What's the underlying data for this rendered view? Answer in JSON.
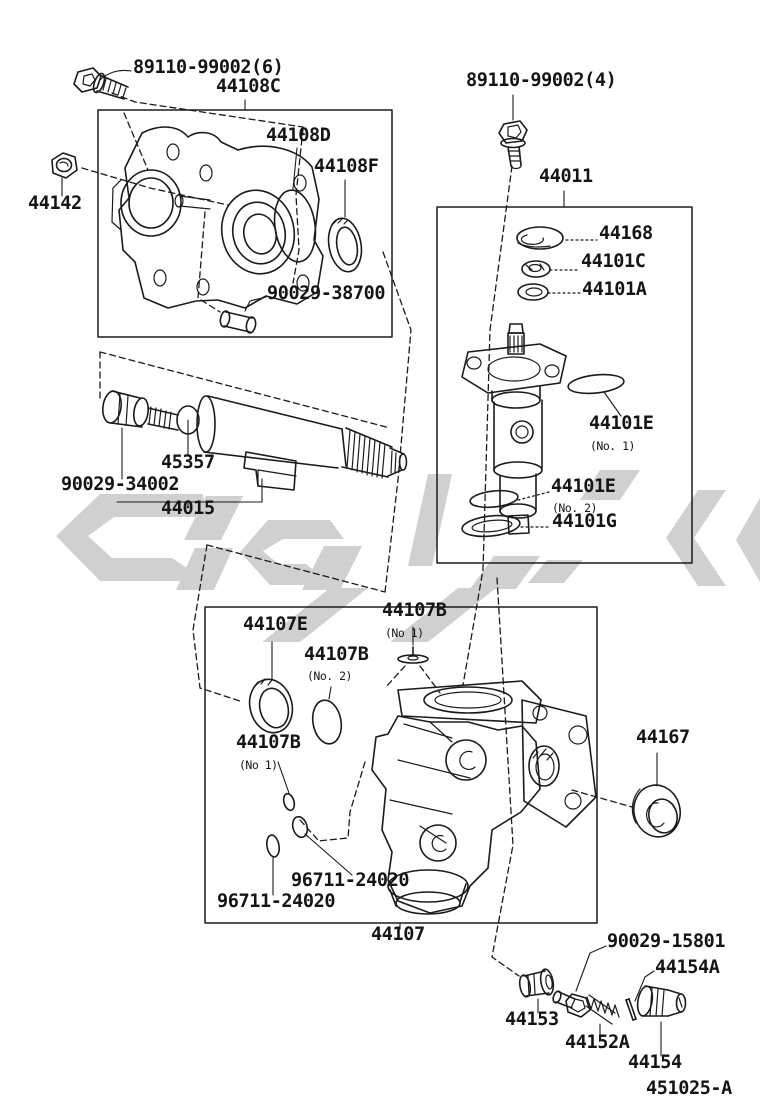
{
  "document": {
    "type": "parts-exploded-diagram",
    "drawing_number": "451025-A"
  },
  "colors": {
    "line": "#1b1b1b",
    "watermark": "#cbcbcb",
    "paper": "#ffffff"
  },
  "labels": [
    {
      "part": "89110-99002(6)",
      "text": "89110-99002(6)"
    },
    {
      "part": "44108C",
      "text": "44108C"
    },
    {
      "part": "44142",
      "text": "44142"
    },
    {
      "part": "44108D",
      "text": "44108D"
    },
    {
      "part": "44108F",
      "text": "44108F"
    },
    {
      "part": "90029-38700",
      "text": "90029-38700"
    },
    {
      "part": "89110-99002(4)",
      "text": "89110-99002(4)"
    },
    {
      "part": "44011",
      "text": "44011"
    },
    {
      "part": "44168",
      "text": "44168"
    },
    {
      "part": "44101C",
      "text": "44101C"
    },
    {
      "part": "44101A",
      "text": "44101A"
    },
    {
      "part": "44101E",
      "text": "44101E"
    },
    {
      "part": "44101E-qualifier",
      "text": "(No. 1)"
    },
    {
      "part": "44101E",
      "text": "44101E"
    },
    {
      "part": "44101E-qualifier",
      "text": "(No. 2)"
    },
    {
      "part": "44101G",
      "text": "44101G"
    },
    {
      "part": "45357",
      "text": "45357"
    },
    {
      "part": "90029-34002",
      "text": "90029-34002"
    },
    {
      "part": "44015",
      "text": "44015"
    },
    {
      "part": "44107B",
      "text": "44107B"
    },
    {
      "part": "44107B-qualifier",
      "text": "(No 1)"
    },
    {
      "part": "44107E",
      "text": "44107E"
    },
    {
      "part": "44107B",
      "text": "44107B"
    },
    {
      "part": "44107B-qualifier",
      "text": "(No. 2)"
    },
    {
      "part": "44107B",
      "text": "44107B"
    },
    {
      "part": "44107B-qualifier",
      "text": "(No 1)"
    },
    {
      "part": "44167",
      "text": "44167"
    },
    {
      "part": "96711-24020",
      "text": "96711-24020"
    },
    {
      "part": "96711-24020",
      "text": "96711-24020"
    },
    {
      "part": "44107",
      "text": "44107"
    },
    {
      "part": "90029-15801",
      "text": "90029-15801"
    },
    {
      "part": "44154A",
      "text": "44154A"
    },
    {
      "part": "44153",
      "text": "44153"
    },
    {
      "part": "44152A",
      "text": "44152A"
    },
    {
      "part": "44154",
      "text": "44154"
    },
    {
      "part": "drawing-number",
      "text": "451025-A"
    }
  ]
}
